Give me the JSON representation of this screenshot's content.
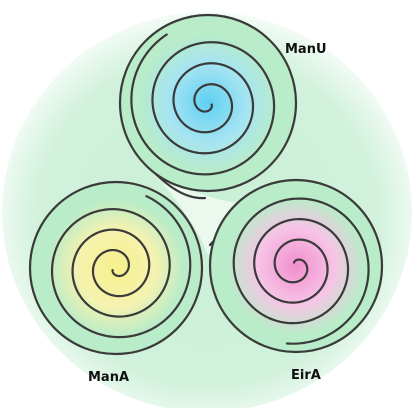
{
  "labels": {
    "top": "ManU",
    "left": "ManA",
    "right": "EirA"
  },
  "colors": {
    "background_glow": "#c9efd6",
    "background_edge": "#ffffff",
    "outline": "#3a3a3a",
    "outer_band": "#b9ecc8",
    "top_core": "#5fd0f2",
    "top_mid": "#a6e4f2",
    "left_core": "#f7f08a",
    "left_mid": "#f5f2b0",
    "right_core": "#f28fce",
    "right_mid": "#f6c4e6"
  }
}
